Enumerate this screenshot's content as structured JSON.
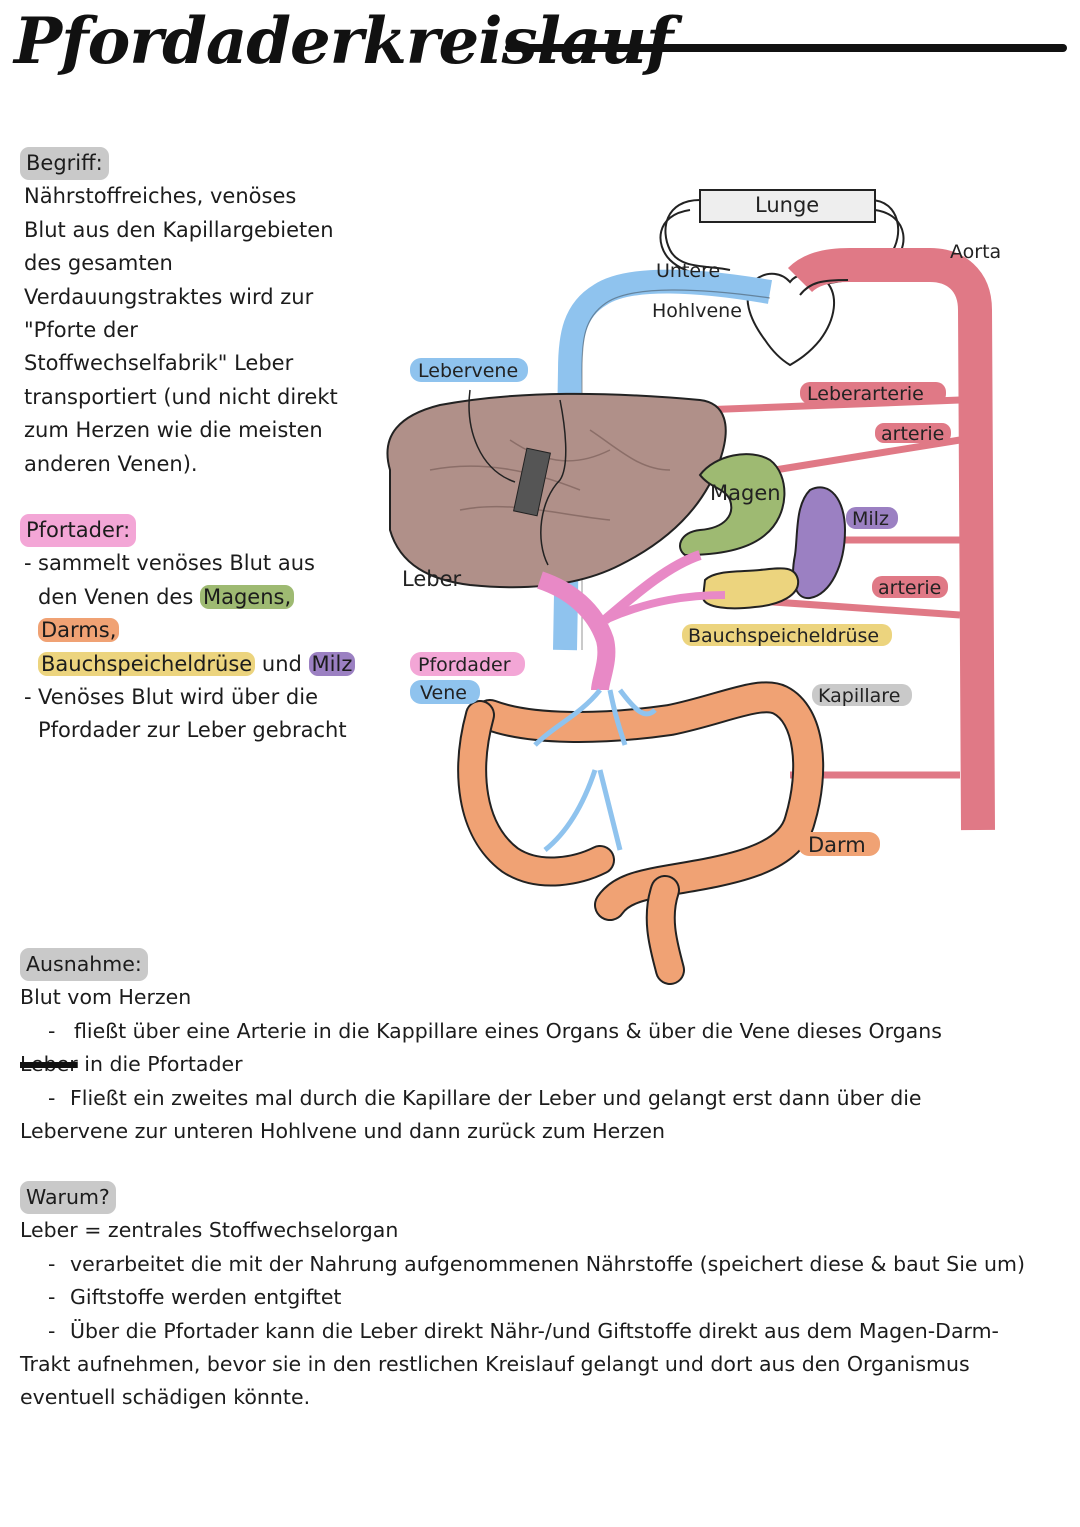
{
  "title": "Pfordaderkreislauf",
  "colors": {
    "grey_highlight": "#c9c9c9",
    "pink_highlight": "#f3a6d6",
    "vein_blue": "#8fc3ee",
    "artery_red": "#e07986",
    "liver_brown": "#b09089",
    "stomach_green": "#9eba72",
    "pancreas_yellow": "#ecd47e",
    "spleen_purple": "#9b80c2",
    "intestine_orange": "#f0a274",
    "portal_pink": "#e889c6"
  },
  "definition": {
    "heading": "Begriff:",
    "lines": [
      "Nährstoffreiches, venöses",
      "Blut aus den Kapillargebieten",
      "des gesamten",
      "Verdauungstraktes wird zur",
      "\"Pforte der",
      "Stoffwechselfabrik\" Leber",
      "transportiert (und nicht direkt",
      "zum Herzen wie die meisten",
      "anderen Venen)."
    ]
  },
  "portal": {
    "heading": "Pfortader:",
    "bullet1_line1": "sammelt venöses Blut aus",
    "bullet1_line2_prefix": "den Venen des",
    "organ_magen": "Magens,",
    "organ_darm": "Darms,",
    "organ_bauch": "Bauchspeicheldrüse",
    "word_und": "und",
    "organ_milz": "Milz",
    "bullet2_line1": "Venöses Blut wird über die",
    "bullet2_line2": "Pfordader zur Leber gebracht"
  },
  "diagram": {
    "lunge": "Lunge",
    "aorta": "Aorta",
    "untere": "Untere",
    "hohlvene": "Hohlvene",
    "lebervene": "Lebervene",
    "leberarterie": "Leberarterie",
    "arterie_1": "arterie",
    "magen": "Magen",
    "milz": "Milz",
    "leber": "Leber",
    "arterie_2": "arterie",
    "bauchspeicheldruese": "Bauchspeicheldrüse",
    "pfordader": "Pfordader",
    "vene": "Vene",
    "kapillare": "Kapillare",
    "darm": "Darm"
  },
  "exception": {
    "heading": "Ausnahme:",
    "intro": "Blut vom Herzen",
    "bullet1": "fließt über eine Arterie in die Kappillare eines Organs & über die Vene dieses Organs",
    "struck_word": "Leber",
    "bullet1_cont": "in die Pfortader",
    "bullet2": "Fließt ein zweites mal durch die Kapillare der Leber und gelangt erst dann über die",
    "bullet2_cont": "Lebervene zur unteren Hohlvene und dann zurück zum Herzen"
  },
  "why": {
    "heading": "Warum?",
    "intro": "Leber = zentrales Stoffwechselorgan",
    "bullet1": "verarbeitet die mit der Nahrung aufgenommenen Nährstoffe (speichert diese & baut Sie um)",
    "bullet2": "Giftstoffe werden entgiftet",
    "bullet3": "Über die Pfortader kann die Leber direkt Nähr-/und Giftstoffe direkt aus dem Magen-Darm-",
    "bullet3_cont1": "Trakt aufnehmen, bevor sie in den restlichen Kreislauf gelangt und dort aus den Organismus",
    "bullet3_cont2": "eventuell schädigen könnte."
  }
}
